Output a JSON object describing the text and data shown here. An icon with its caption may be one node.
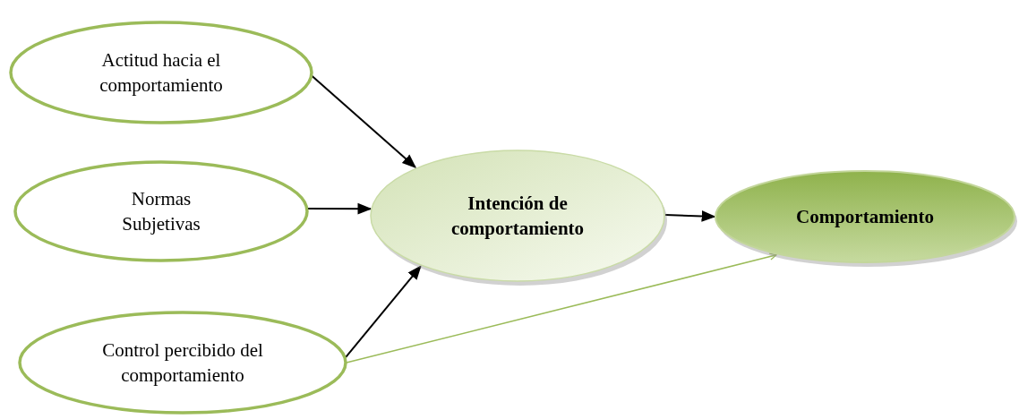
{
  "diagram": {
    "nodes": [
      {
        "text": [
          "Actitud hacia el comportamiento"
        ]
      },
      {
        "text": [
          "Normas Subjetivas"
        ]
      },
      {
        "text": [
          "Control percibido del comportamiento"
        ]
      },
      {
        "text": [
          "Intención de comportamiento"
        ]
      },
      {
        "text": [
          "Comportamiento"
        ]
      }
    ],
    "edges": [
      {
        "from": 0,
        "to": 3,
        "arrow": "to"
      },
      {
        "from": 1,
        "to": 3,
        "arrow": "to"
      },
      {
        "from": 2,
        "to": 3,
        "arrow": "to"
      },
      {
        "from": 3,
        "to": 4,
        "arrow": "to"
      },
      {
        "from": 2,
        "to": 4,
        "arrow": "to",
        "color": "#9bbb59"
      }
    ]
  }
}
